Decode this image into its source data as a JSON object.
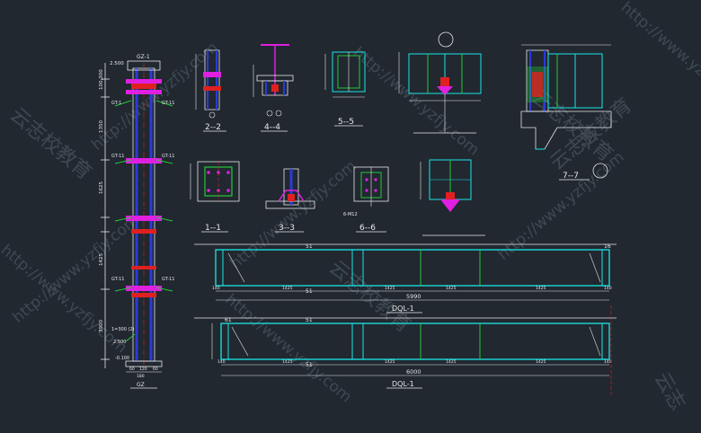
{
  "colors": {
    "background": "#212830",
    "cyan": "#19e6e6",
    "white": "#e8e8e8",
    "green": "#22c93a",
    "magenta": "#e020e0",
    "blue": "#2b3bd8",
    "red": "#e02020",
    "yellow": "#e8e02a",
    "watermark": "#5a6470"
  },
  "column": {
    "title": "GZ-1",
    "label_bottom": "GZ",
    "dims_left": [
      "2.500",
      "100,300",
      "1350",
      "1625",
      "1425",
      "3900"
    ],
    "dims_bottom": [
      "60",
      "120",
      "60"
    ],
    "tags": [
      "GT-1",
      "GT-11",
      "GT-11",
      "GT-11",
      "GT-11",
      "GT-11"
    ],
    "notes": [
      "1=300 (2)",
      "2.500",
      "-0.100"
    ],
    "base_label": "180"
  },
  "sections": {
    "s1": "1--1",
    "s2": "2--2",
    "s3": "3--3",
    "s4": "4--4",
    "s5": "5--5",
    "s6": "6--6",
    "s7": "7--7",
    "s6_note": "6-M12"
  },
  "beam1": {
    "title": "DQL-1",
    "total": "5990",
    "spans": [
      "1425",
      "1425",
      "1425",
      "1425"
    ],
    "marks": [
      "51",
      "51",
      "16"
    ],
    "end_dims": [
      "140",
      "140"
    ]
  },
  "beam2": {
    "title": "DQL-1",
    "total": "6000",
    "spans": [
      "1425",
      "1425",
      "1425",
      "1425"
    ],
    "marks": [
      "51",
      "51",
      "61"
    ],
    "end_dims": [
      "140",
      "140"
    ]
  },
  "watermarks": {
    "url": "http://www.yzfjy.com",
    "brand": "云志校教育",
    "brand_short": "云志"
  }
}
